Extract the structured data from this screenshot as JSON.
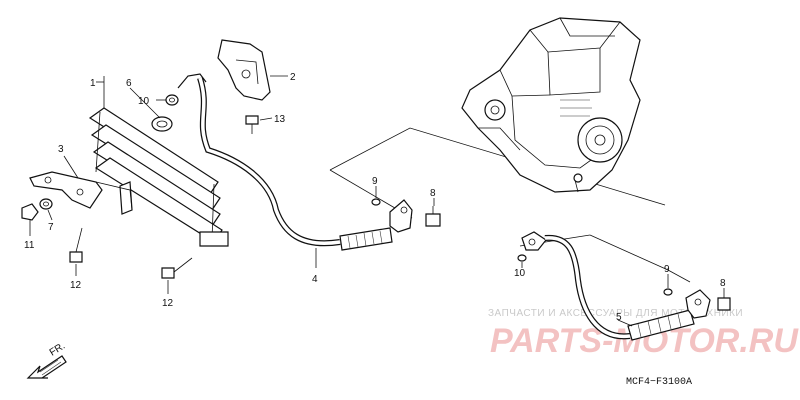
{
  "callouts": {
    "c1": "1",
    "c2": "2",
    "c3": "3",
    "c4": "4",
    "c5": "5",
    "c6": "6",
    "c7": "7",
    "c8a": "8",
    "c8b": "8",
    "c9a": "9",
    "c9b": "9",
    "c10a": "10",
    "c10b": "10",
    "c11": "11",
    "c12a": "12",
    "c12b": "12",
    "c13": "13"
  },
  "direction_label": "FR.",
  "diagram_code": "MCF4−F3100A",
  "watermark": {
    "caption": "ЗАПЧАСТИ И АКСЕССУАРЫ ДЛЯ МОТОТЕХНИКИ",
    "brand": "PARTS-MOTOR.RU"
  },
  "colors": {
    "line": "#111111",
    "watermark_brand": "#f3c2c2",
    "watermark_caption": "#c9c9c9"
  }
}
